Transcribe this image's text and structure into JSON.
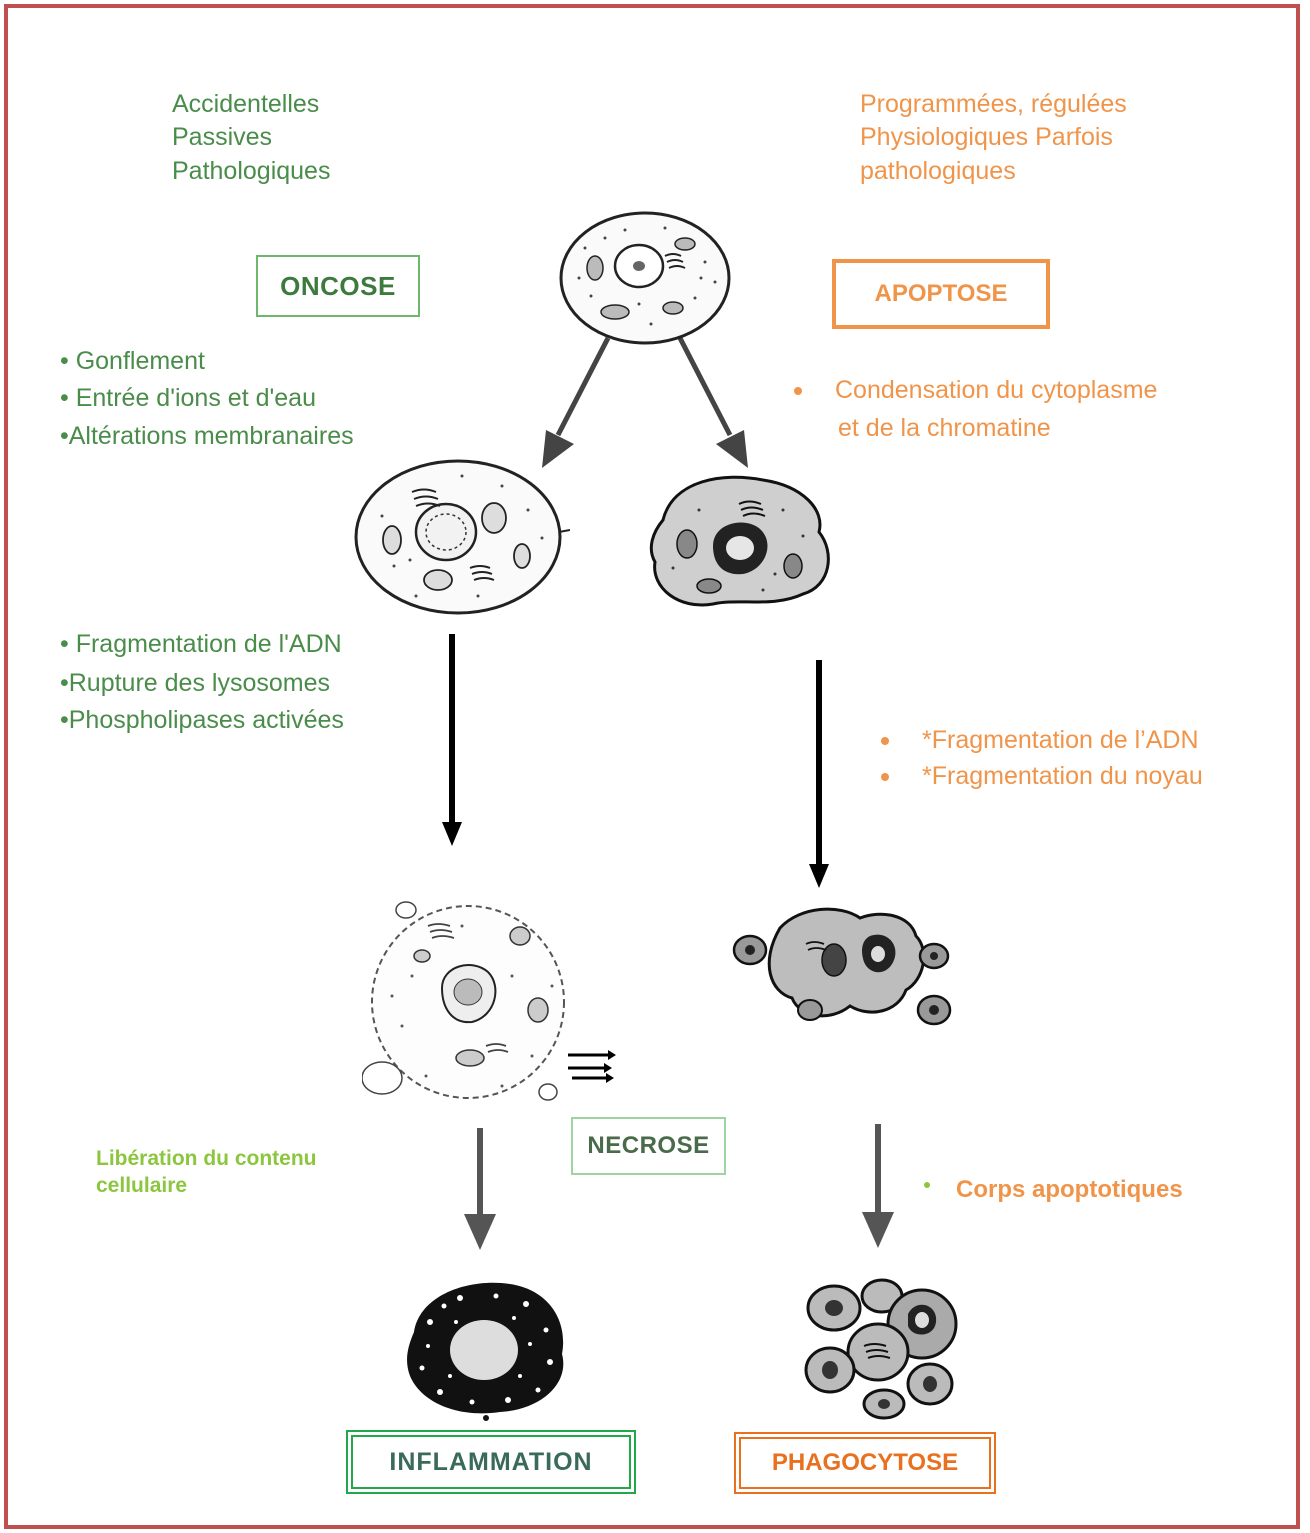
{
  "left_traits": [
    "Accidentelles",
    "Passives",
    "Pathologiques"
  ],
  "right_traits": [
    "Programmées, régulées",
    "Physiologiques Parfois",
    "pathologiques"
  ],
  "oncose_label": "ONCOSE",
  "apoptose_label": "APOPTOSE",
  "oncose_stage1": [
    "• Gonflement",
    "• Entrée d'ions et d'eau",
    "•Altérations membranaires"
  ],
  "apoptose_stage1": [
    "Condensation du cytoplasme",
    "et de la chromatine"
  ],
  "oncose_stage2": [
    "• Fragmentation de l'ADN",
    "•Rupture des lysosomes",
    "•Phospholipases activées"
  ],
  "apoptose_stage2": [
    "*Fragmentation de l’ADN",
    "*Fragmentation du noyau"
  ],
  "necrose_label": "NECROSE",
  "liberation_label": [
    "Libération du contenu",
    "cellulaire"
  ],
  "corps_label": "Corps apoptotiques",
  "inflammation_label": "INFLAMMATION",
  "phagocytose_label": "PHAGOCYTOSE",
  "colors": {
    "frame": "#c0504d",
    "green_text": "#4a8c4a",
    "orange": "#f0944a",
    "lime": "#8cc63f",
    "inflammation_border": "#22a84a",
    "phagocytose_border": "#e8701e"
  }
}
